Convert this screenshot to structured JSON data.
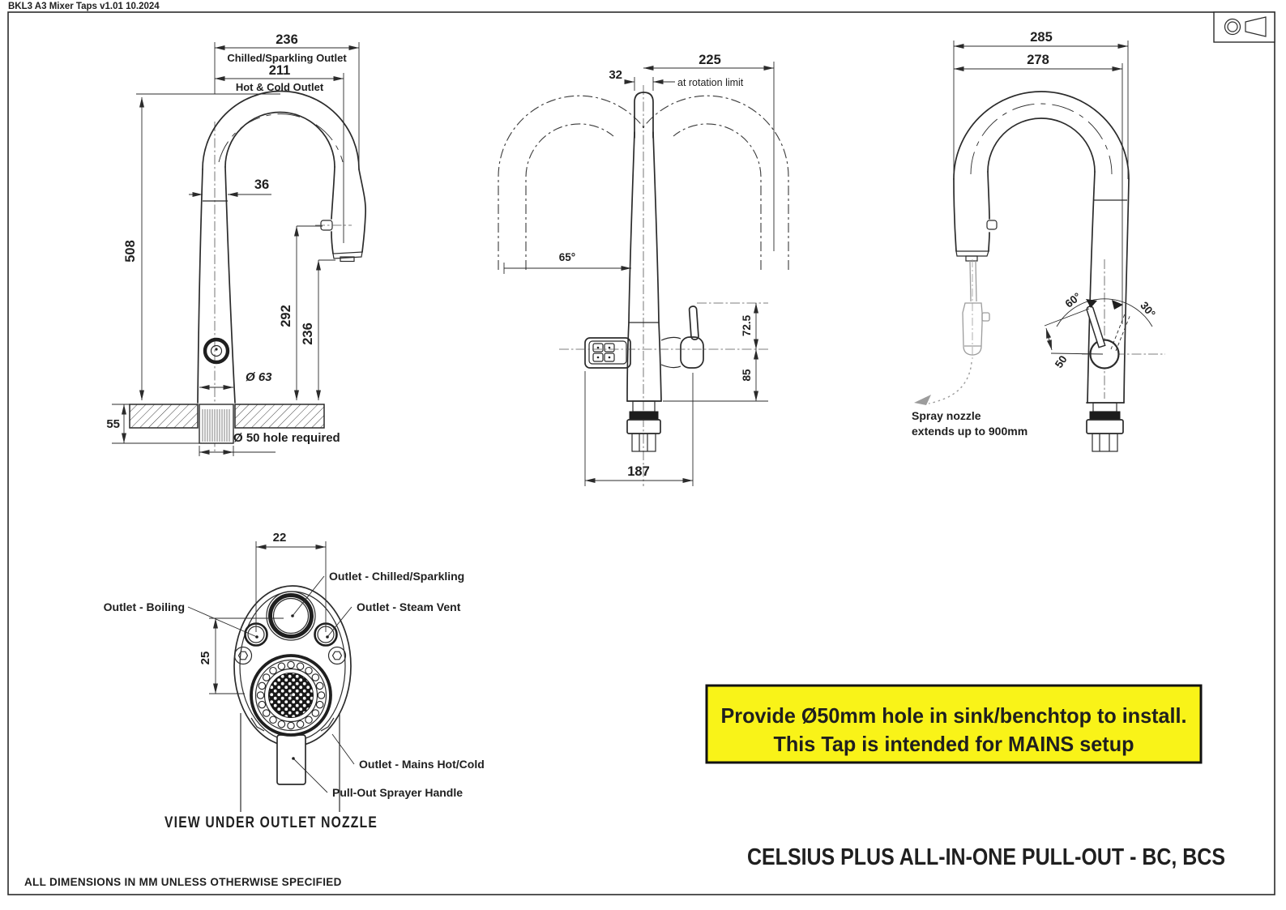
{
  "page": {
    "doc_ref": "BKL3 A3 Mixer Taps v1.01 10.2024",
    "product_title": "CELSIUS PLUS ALL-IN-ONE PULL-OUT - BC, BCS",
    "footer_note": "ALL DIMENSIONS IN MM UNLESS OTHERWISE SPECIFIED",
    "line_color": "#2b2b2b",
    "ghost_color": "#9c9c9c"
  },
  "warning": {
    "line1": "Provide Ø50mm hole in sink/benchtop to install.",
    "line2": "This Tap is intended for MAINS setup",
    "bg": "#F9F318"
  },
  "front_view": {
    "dim_width_chilled": "236",
    "label_chilled_outlet": "Chilled/Sparkling Outlet",
    "dim_width_hotcold": "211",
    "label_hotcold_outlet": "Hot & Cold Outlet",
    "dim_spout_width": "36",
    "dim_total_height": "508",
    "dim_hotcold_height": "292",
    "dim_chilled_height": "236",
    "dim_body_dia": "Ø 63",
    "dim_bench_thickness": "55",
    "note_hole": "Ø 50 hole required"
  },
  "rotation_view": {
    "dim_cap_width": "32",
    "dim_reach_rotated": "225",
    "note_rotation": "at rotation limit",
    "dim_swivel_angle": "65°",
    "dim_handle_height": "72.5",
    "dim_body_height": "85",
    "dim_base_width": "187"
  },
  "side_view": {
    "dim_reach_overall": "285",
    "dim_reach": "278",
    "dim_lever_up_angle": "60°",
    "dim_lever_down_angle": "30°",
    "dim_lever_travel": "50",
    "note_spray_1": "Spray nozzle",
    "note_spray_2": "extends up to 900mm"
  },
  "under_view": {
    "dim_outlet_offset_x": "22",
    "dim_outlet_offset_y": "25",
    "label_chilled": "Outlet - Chilled/Sparkling",
    "label_boiling": "Outlet - Boiling",
    "label_steam": "Outlet - Steam Vent",
    "label_mains": "Outlet - Mains Hot/Cold",
    "label_handle": "Pull-Out Sprayer Handle",
    "caption": "VIEW UNDER OUTLET NOZZLE"
  }
}
